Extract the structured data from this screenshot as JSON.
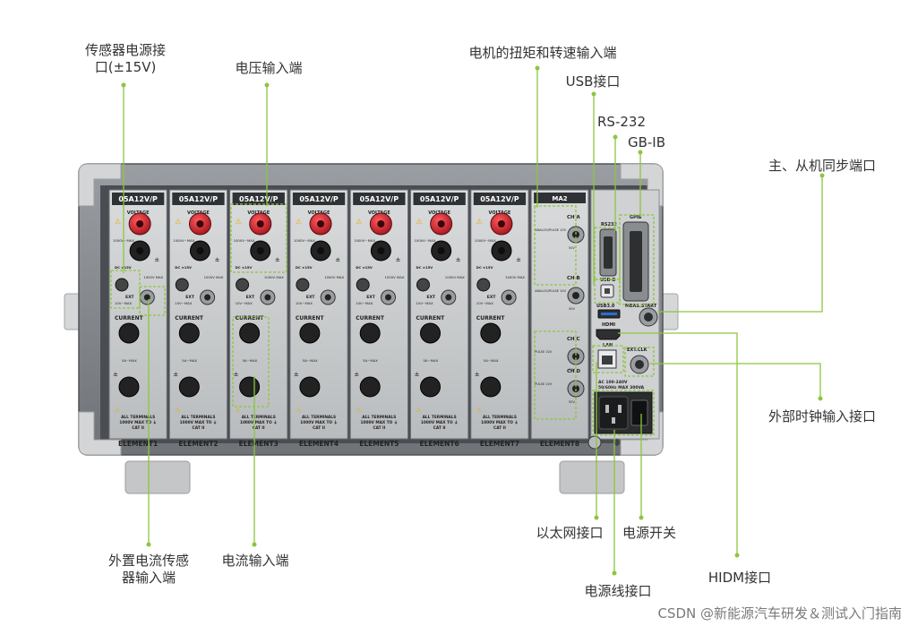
{
  "modules": [
    {
      "model": "05A12V/P",
      "element": "ELEMENT1"
    },
    {
      "model": "05A12V/P",
      "element": "ELEMENT2"
    },
    {
      "model": "05A12V/P",
      "element": "ELEMENT3"
    },
    {
      "model": "05A12V/P",
      "element": "ELEMENT4"
    },
    {
      "model": "05A12V/P",
      "element": "ELEMENT5"
    },
    {
      "model": "05A12V/P",
      "element": "ELEMENT6"
    },
    {
      "model": "05A12V/P",
      "element": "ELEMENT7"
    }
  ],
  "module_labels": {
    "voltage": "VOLTAGE",
    "voltage_range": "1000V~MAX",
    "sensor": "DC ±15V",
    "sensor_range": "1000V MAX",
    "ext": "EXT",
    "ext_range": "10V~MAX",
    "current": "CURRENT",
    "current_range": "5A~MAX",
    "terminals": [
      "ALL TERMINALS",
      "1000V MAX TO ⏚",
      "CAT II"
    ]
  },
  "motor_module": {
    "model": "MA2",
    "element": "ELEMENT8",
    "channels": [
      {
        "name": "CH A",
        "desc": "ANALOG/PULSE 10V",
        "range": "50V"
      },
      {
        "name": "CH B",
        "desc": "ANALOG/PULSE 10V",
        "range": "50V"
      },
      {
        "name": "CH C",
        "desc": "PULSE 10V",
        "range": "50V"
      },
      {
        "name": "CH D",
        "desc": "PULSE 10V",
        "range": "50V"
      }
    ]
  },
  "io_panel": {
    "rs232": "RS232",
    "gpib": "GPIB",
    "usb_b": "USB-B",
    "usb3": "USB3.0",
    "meas_start": "MEAS.START",
    "hdmi": "HDMI",
    "lan": "LAN",
    "ext_clk": "EXT.CLK",
    "power_spec": [
      "AC 100-240V",
      "50/60Hz MAX 300VA"
    ]
  },
  "callouts": {
    "sensor_power": [
      "传感器电源接",
      "口(±15V)"
    ],
    "voltage_input": "电压输入端",
    "motor_input": "电机的扭矩和转速输入端",
    "usb": "USB接口",
    "rs232": "RS-232",
    "gpib": "GB-IB",
    "sync": "主、从机同步端口",
    "ext_clock": "外部时钟输入接口",
    "ext_sensor": [
      "外置电流传感",
      "器输入端"
    ],
    "current_input": "电流输入端",
    "ethernet": "以太网接口",
    "power_switch": "电源开关",
    "hdmi": "HIDM接口",
    "power_cord": "电源线接口"
  },
  "watermark": "CSDN @新能源汽车研发＆测试入门指南",
  "colors": {
    "accent": "#8cc63f",
    "chassis": "#7c8085",
    "module": "#c9ccce",
    "terminal_red": "#c8232c"
  }
}
